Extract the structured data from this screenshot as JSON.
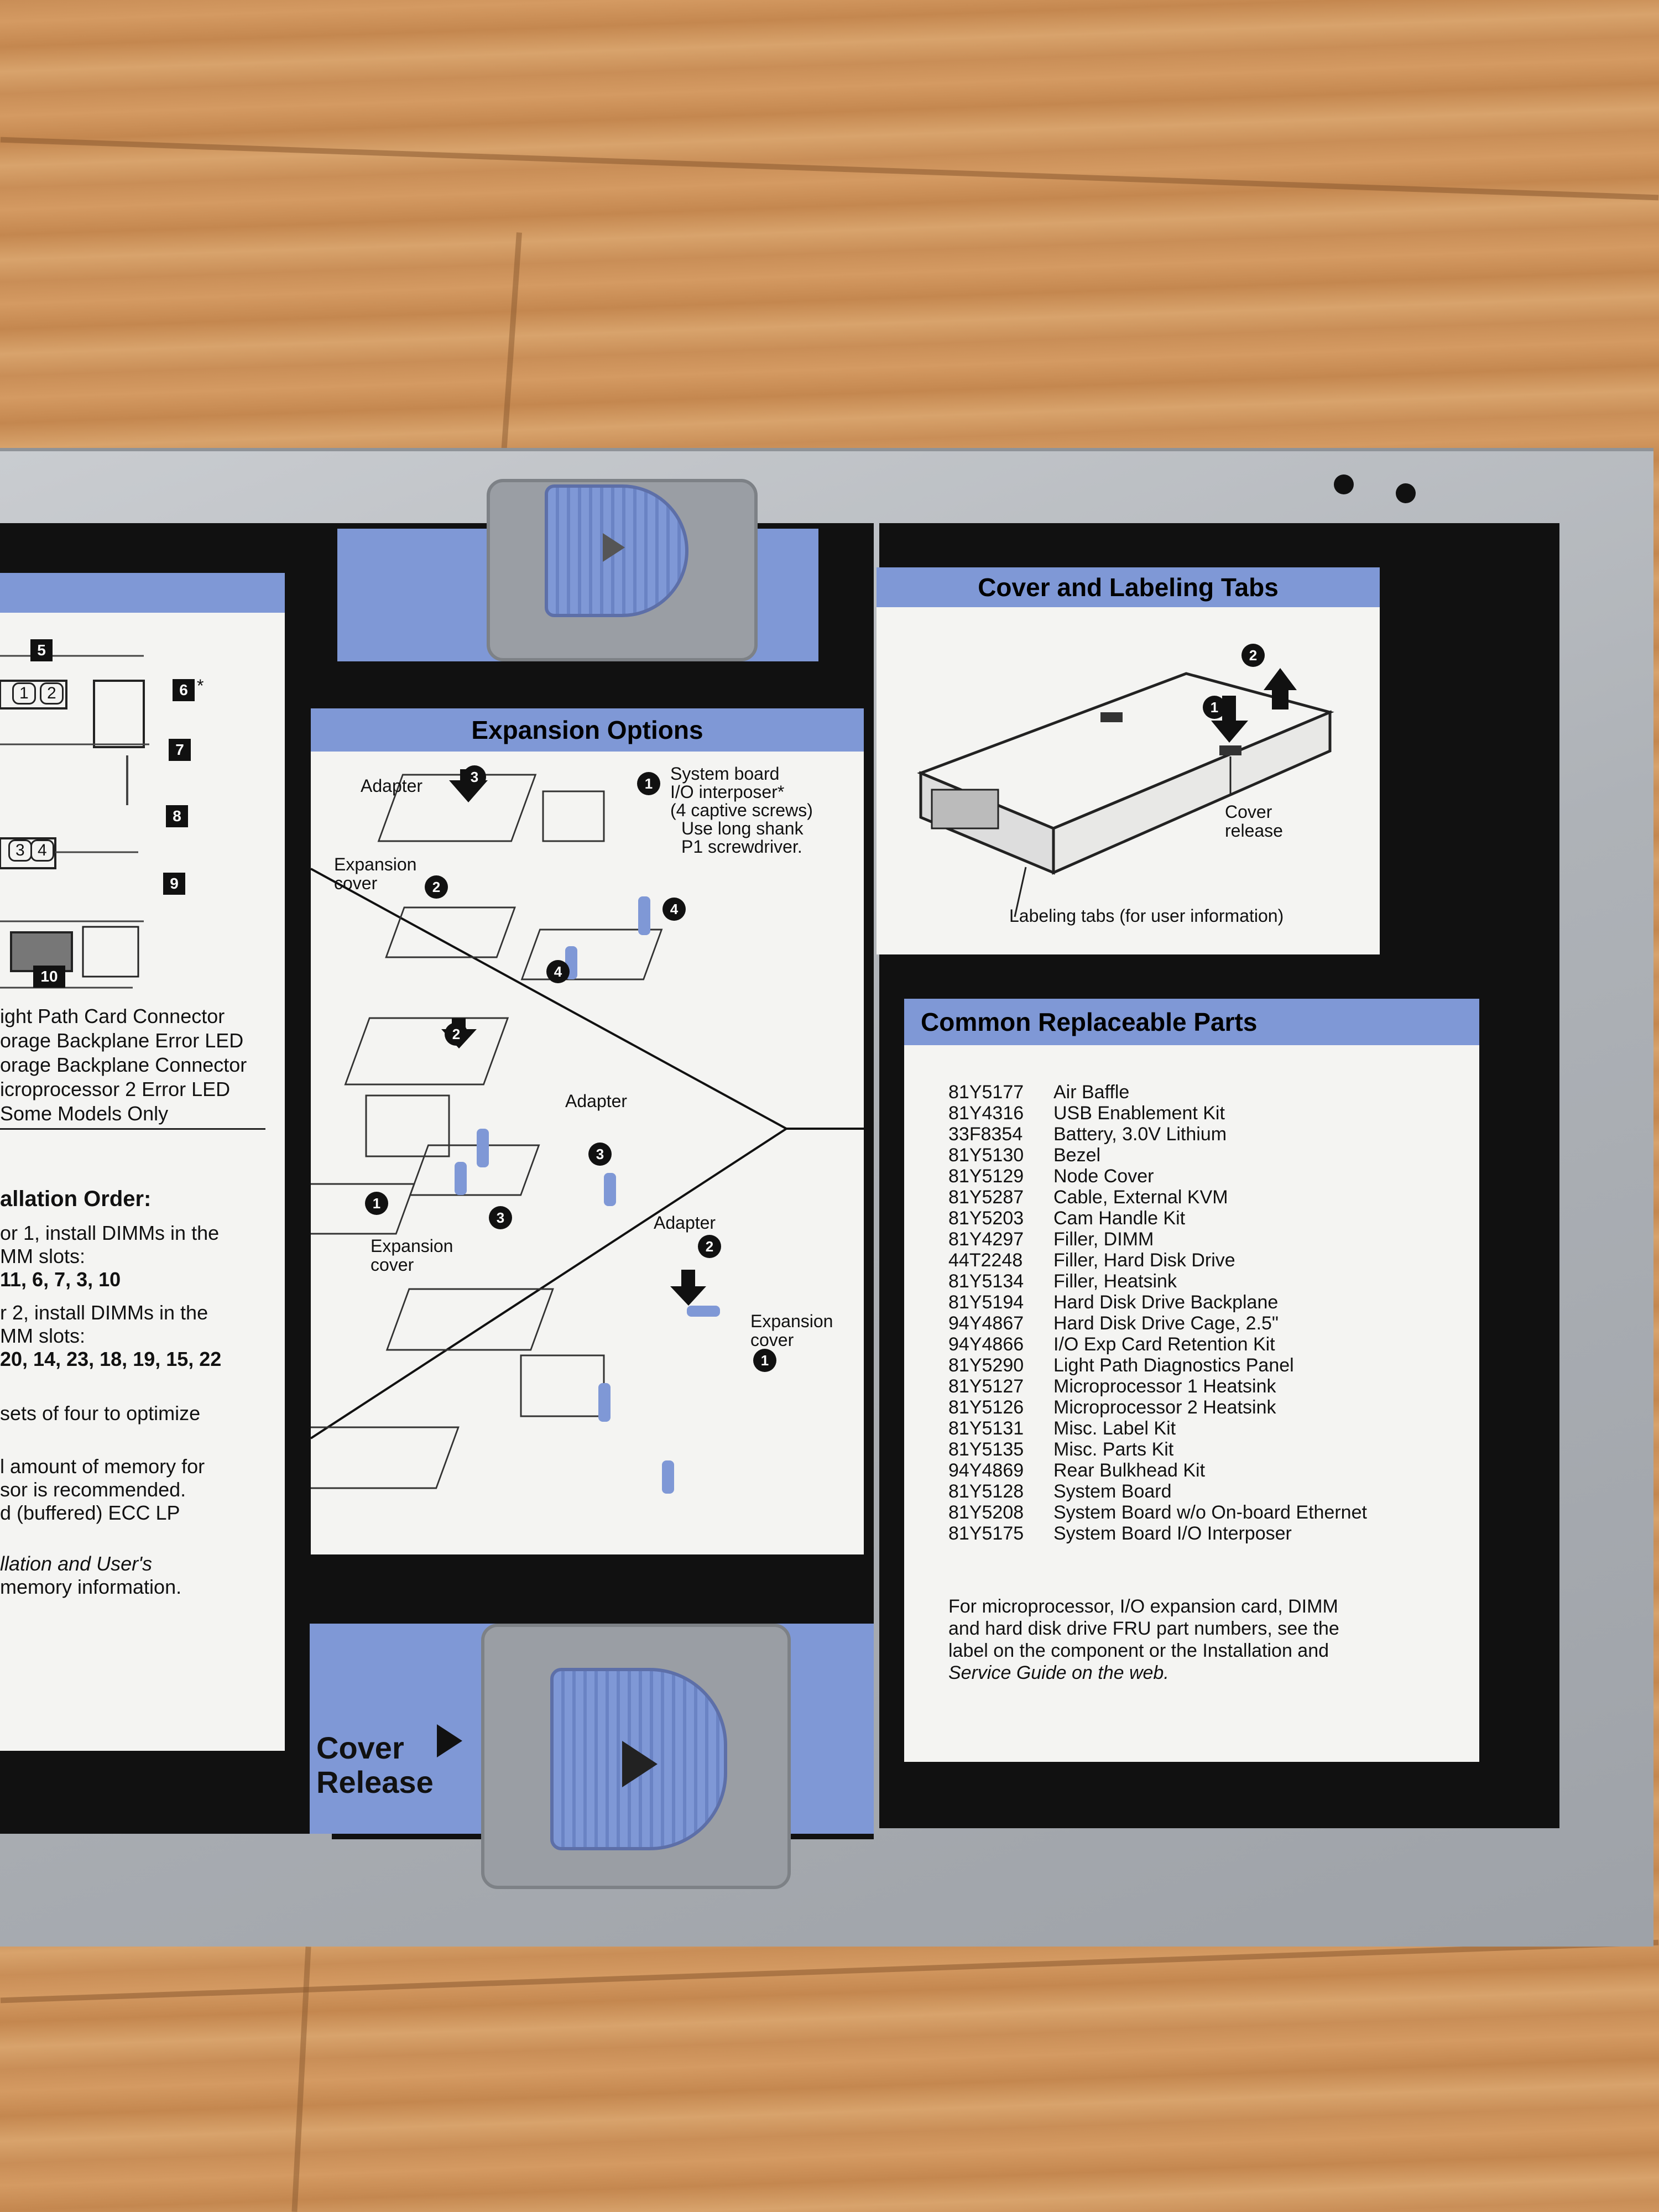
{
  "panel_left": {
    "callout_numbers": [
      "5",
      "6",
      "7",
      "8",
      "9",
      "10"
    ],
    "callout_star": "*",
    "dimm_labels": [
      "1",
      "2",
      "3",
      "4"
    ],
    "legend_lines": [
      "ight Path Card Connector",
      "orage Backplane Error LED",
      "orage Backplane Connector",
      "icroprocessor 2 Error LED",
      "Some Models Only"
    ],
    "install_heading": "allation Order:",
    "install_lines": [
      "or 1, install DIMMs in the",
      "MM slots:",
      "11, 6, 7, 3, 10",
      "r 2, install DIMMs in the",
      "MM slots:",
      "20, 14, 23, 18, 19, 15, 22",
      "sets of four to optimize",
      "l amount of memory for",
      "sor is recommended.",
      "d (buffered) ECC LP",
      "llation and User's",
      "memory information."
    ]
  },
  "expansion_options": {
    "title": "Expansion Options",
    "labels": {
      "adapter_1": "Adapter",
      "system_board_1": "System board",
      "system_board_2": "I/O interposer*",
      "system_board_3": "(4 captive screws)",
      "system_board_4": "Use long shank",
      "system_board_5": "P1 screwdriver.",
      "expansion_cover_1": "Expansion",
      "expansion_cover_2": "cover",
      "adapter_2": "Adapter",
      "expansion_cover_3": "Expansion",
      "expansion_cover_4": "cover",
      "adapter_3": "Adapter",
      "expansion_cover_5": "Expansion",
      "expansion_cover_6": "cover"
    },
    "steps": [
      "1",
      "2",
      "3",
      "4"
    ]
  },
  "cover_tabs": {
    "title": "Cover and Labeling Tabs",
    "cover_release_1": "Cover",
    "cover_release_2": "release",
    "labeling_tabs": "Labeling tabs (for user information)",
    "steps": [
      "1",
      "2"
    ]
  },
  "parts": {
    "title": "Common Replaceable Parts",
    "items": [
      {
        "pn": "81Y5177",
        "name": "Air Baffle"
      },
      {
        "pn": "81Y4316",
        "name": "USB Enablement Kit"
      },
      {
        "pn": "33F8354",
        "name": "Battery, 3.0V Lithium"
      },
      {
        "pn": "81Y5130",
        "name": "Bezel"
      },
      {
        "pn": "81Y5129",
        "name": "Node Cover"
      },
      {
        "pn": "81Y5287",
        "name": "Cable, External KVM"
      },
      {
        "pn": "81Y5203",
        "name": "Cam Handle Kit"
      },
      {
        "pn": "81Y4297",
        "name": "Filler, DIMM"
      },
      {
        "pn": "44T2248",
        "name": "Filler, Hard Disk Drive"
      },
      {
        "pn": "81Y5134",
        "name": "Filler, Heatsink"
      },
      {
        "pn": "81Y5194",
        "name": "Hard Disk Drive Backplane"
      },
      {
        "pn": "94Y4867",
        "name": "Hard Disk Drive Cage, 2.5\""
      },
      {
        "pn": "94Y4866",
        "name": "I/O Exp Card Retention Kit"
      },
      {
        "pn": "81Y5290",
        "name": "Light Path Diagnostics Panel"
      },
      {
        "pn": "81Y5127",
        "name": "Microprocessor 1 Heatsink"
      },
      {
        "pn": "81Y5126",
        "name": "Microprocessor 2 Heatsink"
      },
      {
        "pn": "81Y5131",
        "name": "Misc. Label Kit"
      },
      {
        "pn": "81Y5135",
        "name": "Misc. Parts Kit"
      },
      {
        "pn": "94Y4869",
        "name": "Rear Bulkhead Kit"
      },
      {
        "pn": "81Y5128",
        "name": "System Board"
      },
      {
        "pn": "81Y5208",
        "name": "System Board w/o On-board Ethernet"
      },
      {
        "pn": "81Y5175",
        "name": "System Board I/O Interposer"
      }
    ],
    "footer_1": "For microprocessor, I/O expansion card, DIMM",
    "footer_2": "and hard disk drive FRU part numbers, see the",
    "footer_3": "label on the component or the Installation and",
    "footer_4": "Service Guide on the web."
  },
  "cover_release_label_1": "Cover",
  "cover_release_label_2": "Release",
  "colors": {
    "accent_blue": "#7f98d6",
    "panel_black": "#111111",
    "metal": "#aeb2b7",
    "wood": "#c98e57"
  }
}
